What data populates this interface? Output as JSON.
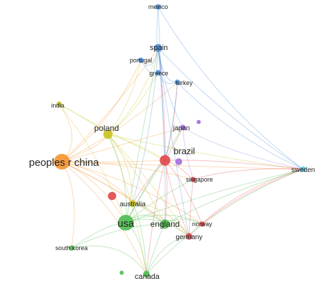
{
  "network": {
    "nodes": [
      {
        "id": "mexico",
        "label": "mexico",
        "cluster": "blue",
        "weight": 2
      },
      {
        "id": "spain",
        "label": "spain",
        "cluster": "blue",
        "weight": 4
      },
      {
        "id": "portugal",
        "label": "portugal",
        "cluster": "blue",
        "weight": 2
      },
      {
        "id": "greece",
        "label": "greece",
        "cluster": "blue",
        "weight": 2
      },
      {
        "id": "turkey",
        "label": "turkey",
        "cluster": "blue",
        "weight": 2
      },
      {
        "id": "india",
        "label": "india",
        "cluster": "yellow",
        "weight": 2
      },
      {
        "id": "poland",
        "label": "poland",
        "cluster": "yellow",
        "weight": 5
      },
      {
        "id": "japan",
        "label": "japan",
        "cluster": "purple",
        "weight": 2
      },
      {
        "id": "brazil",
        "label": "brazil",
        "cluster": "red",
        "weight": 6
      },
      {
        "id": "peoples_r_china",
        "label": "peoples r china",
        "cluster": "orange",
        "weight": 10
      },
      {
        "id": "sweden",
        "label": "sweden",
        "cluster": "cyan",
        "weight": 2
      },
      {
        "id": "singapore",
        "label": "singapore",
        "cluster": "red",
        "weight": 2
      },
      {
        "id": "australia",
        "label": "australia",
        "cluster": "yellow",
        "weight": 3
      },
      {
        "id": "usa",
        "label": "usa",
        "cluster": "green",
        "weight": 10
      },
      {
        "id": "england",
        "label": "england",
        "cluster": "green",
        "weight": 5
      },
      {
        "id": "norway",
        "label": "norway",
        "cluster": "red",
        "weight": 2
      },
      {
        "id": "germany",
        "label": "germany",
        "cluster": "red",
        "weight": 3
      },
      {
        "id": "south_korea",
        "label": "south korea",
        "cluster": "green",
        "weight": 2
      },
      {
        "id": "canada",
        "label": "canada",
        "cluster": "green",
        "weight": 3
      }
    ],
    "clusters": {
      "blue": "#4a90d9",
      "yellow": "#c9c320",
      "purple": "#a36ae0",
      "red": "#e0474c",
      "orange": "#f5922f",
      "cyan": "#3cc4de",
      "green": "#4cbb50"
    }
  }
}
